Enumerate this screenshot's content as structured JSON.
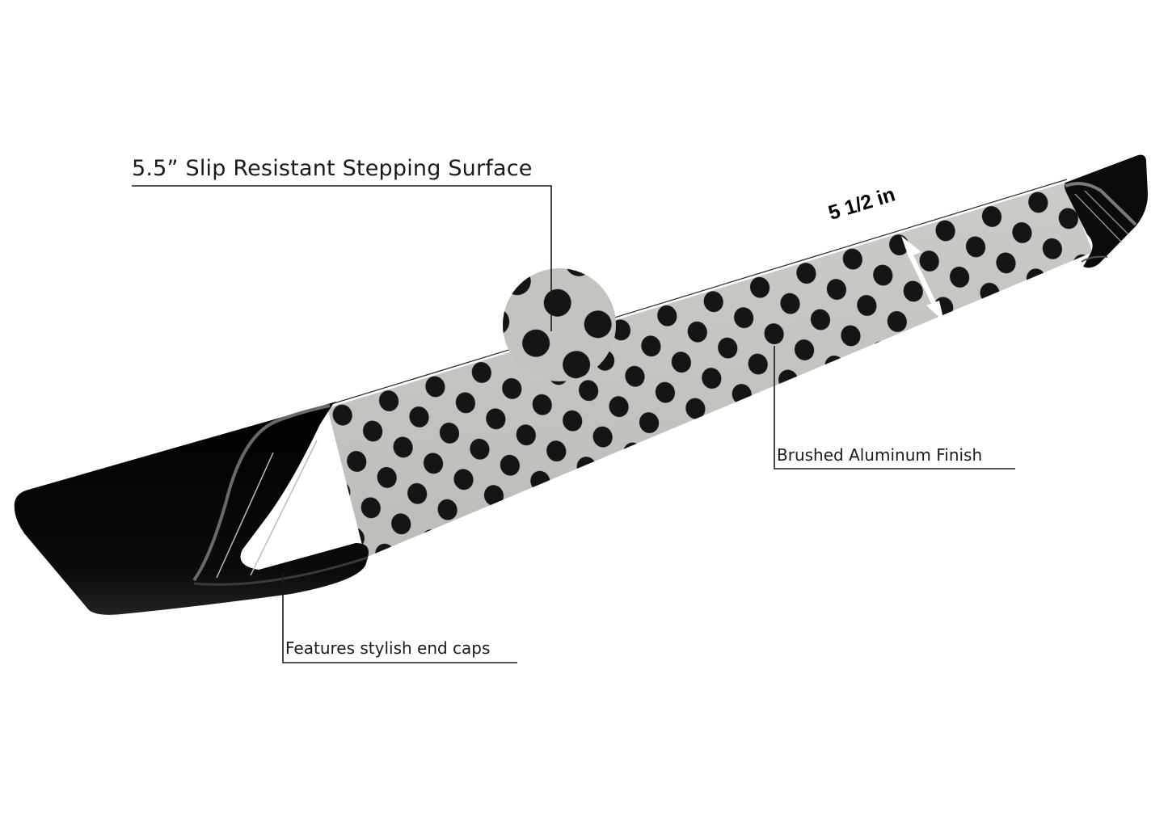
{
  "diagram": {
    "subject": "Running board / side step",
    "background_color": "#ffffff",
    "colors": {
      "aluminum": "#c6c4bf",
      "aluminum_shadow": "#b4b2ad",
      "end_cap": "#0a0a0a",
      "end_cap_highlight": "#6a6a6a",
      "grip_dot": "#151515",
      "leader_line": "#1a1a1a",
      "dimension_arrow": "#ffffff"
    },
    "callouts": {
      "surface": {
        "label": "5.5” Slip Resistant Stepping Surface"
      },
      "finish": {
        "label": "Brushed Aluminum Finish"
      },
      "end_caps": {
        "label": "Features stylish end caps"
      }
    },
    "dimension": {
      "label": "5 1/2 in"
    },
    "magnifier": {
      "shape": "circle",
      "content": "zoomed grip dots"
    }
  }
}
